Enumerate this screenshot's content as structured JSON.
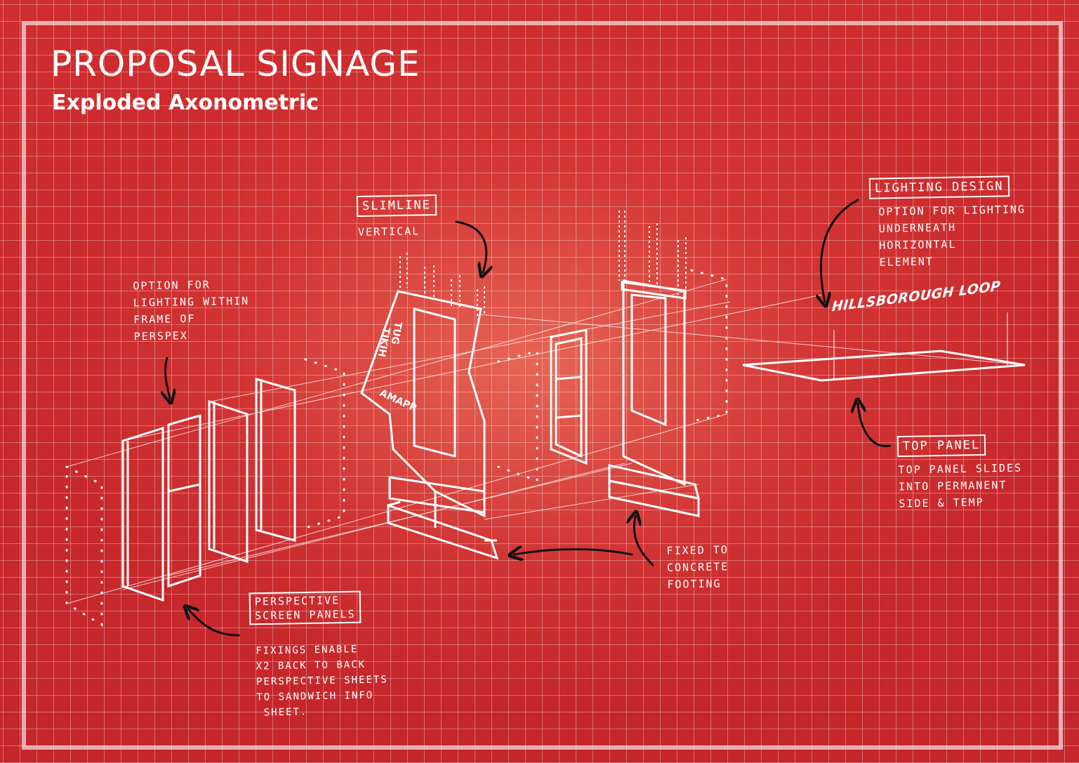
{
  "title": "PROPOSAL SIGNAGE",
  "subtitle": "Exploded Axonometric",
  "sign_text": "HILLSBOROUGH LOOP",
  "totem_texts": [
    "TIKIH",
    "TUG",
    "AMAPR"
  ],
  "annotations": {
    "slimline_label": "SLIMLINE",
    "slimline_note": "VERTICAL",
    "lighting_frame": [
      "OPTION FOR",
      "LIGHTING WITHIN",
      "FRAME OF",
      "PERSPEX"
    ],
    "lighting_design_label": "LIGHTING DESIGN",
    "lighting_design_note": [
      "OPTION FOR LIGHTING",
      "UNDERNEATH",
      "HORIZONTAL",
      "ELEMENT"
    ],
    "top_panel_label": "TOP PANEL",
    "top_panel_note": [
      "TOP PANEL SLIDES",
      "INTO PERMANENT",
      "SIDE & TEMP"
    ],
    "fixed_note": [
      "FIXED TO",
      "CONCRETE",
      "FOOTING"
    ],
    "perspective_label": [
      "PERSPECTIVE",
      "SCREEN PANELS"
    ],
    "fixings_note": [
      "FIXINGS ENABLE",
      "X2 BACK TO BACK",
      "PERSPECTIVE SHEETS",
      "TO SANDWICH INFO",
      "SHEET."
    ]
  },
  "colors": {
    "background": "#c8262b",
    "ink": "#ffffff"
  }
}
